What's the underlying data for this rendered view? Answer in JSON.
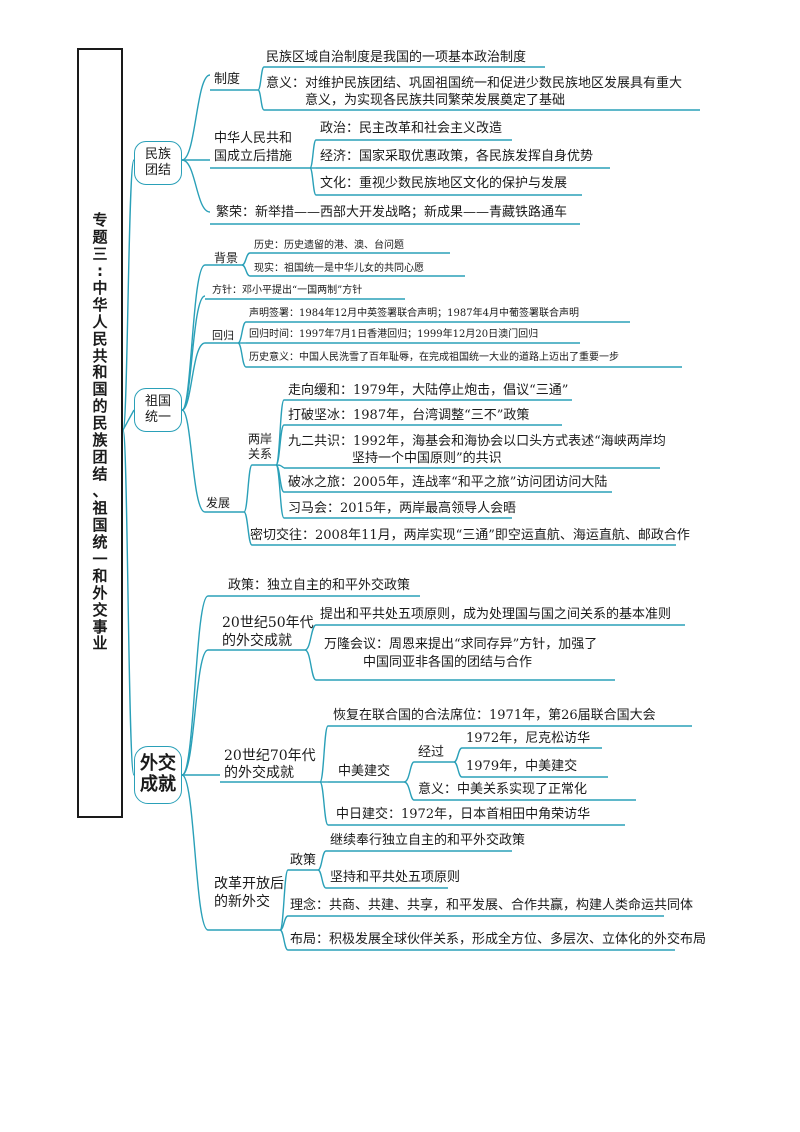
{
  "title": "专题三:中华人民共和国的民族团结、祖国统一和外交事业",
  "colors": {
    "line": "#2aa0b8",
    "text": "#1a1a1a"
  },
  "unity": {
    "label": "民族团结",
    "system_label": "制度",
    "system_1": "民族区域自治制度是我国的一项基本政治制度",
    "system_2a": "意义：对维护民族团结、巩固祖国统一和促进少数民族地区发展具有重大",
    "system_2b": "意义，为实现各民族共同繁荣发展奠定了基础",
    "measures_label_1": "中华人民共和",
    "measures_label_2": "国成立后措施",
    "politics": "政治：民主改革和社会主义改造",
    "economy": "经济：国家采取优惠政策，各民族发挥自身优势",
    "culture": "文化：重视少数民族地区文化的保护与发展",
    "prosperity": "繁荣：新举措——西部大开发战略；新成果——青藏铁路通车"
  },
  "reunify": {
    "label": "祖国统一",
    "bg_label": "背景",
    "history": "历史：历史遗留的港、澳、台问题",
    "reality": "现实：祖国统一是中华儿女的共同心愿",
    "policy": "方针：邓小平提出“一国两制”方针",
    "return_label": "回归",
    "declare": "声明签署：1984年12月中英签署联合声明；1987年4月中葡签署联合声明",
    "return_time": "回归时间：1997年7月1日香港回归；1999年12月20日澳门回归",
    "return_meaning": "历史意义：中国人民洗雪了百年耻辱，在完成祖国统一大业的道路上迈出了重要一步",
    "dev_label": "发展",
    "cross_label_1": "两岸",
    "cross_label_2": "关系",
    "ease": "走向缓和：1979年，大陆停止炮击，倡议“三通”",
    "break": "打破坚冰：1987年，台湾调整“三不”政策",
    "consensus_1": "九二共识：1992年，海基会和海协会以口头方式表述“海峡两岸均",
    "consensus_2": "坚持一个中国原则”的共识",
    "icebreak": "破冰之旅：2005年，连战率“和平之旅”访问团访问大陆",
    "xima": "习马会：2015年，两岸最高领导人会晤",
    "close": "密切交往：2008年11月，两岸实现“三通”即空运直航、海运直航、邮政合作"
  },
  "diplomacy": {
    "label": "外交成就",
    "policy": "政策：独立自主的和平外交政策",
    "s50_label_1": "20世纪50年代",
    "s50_label_2": "的外交成就",
    "five_principles": "提出和平共处五项原则，成为处理国与国之间关系的基本准则",
    "bandung_1": "万隆会议：周恩来提出“求同存异”方针，加强了",
    "bandung_2": "中国同亚非各国的团结与合作",
    "s70_label_1": "20世纪70年代",
    "s70_label_2": "的外交成就",
    "un_seat": "恢复在联合国的合法席位：1971年，第26届联合国大会",
    "sino_us_label": "中美建交",
    "process_label": "经过",
    "nixon": "1972年，尼克松访华",
    "us_1979": "1979年，中美建交",
    "us_meaning": "意义：中美关系实现了正常化",
    "sino_japan": "中日建交：1972年，日本首相田中角荣访华",
    "reform_label_1": "改革开放后",
    "reform_label_2": "的新外交",
    "policy_label": "政策",
    "continue": "继续奉行独立自主的和平外交政策",
    "adhere": "坚持和平共处五项原则",
    "concept": "理念：共商、共建、共享，和平发展、合作共赢，构建人类命运共同体",
    "layout": "布局：积极发展全球伙伴关系，形成全方位、多层次、立体化的外交布局"
  }
}
